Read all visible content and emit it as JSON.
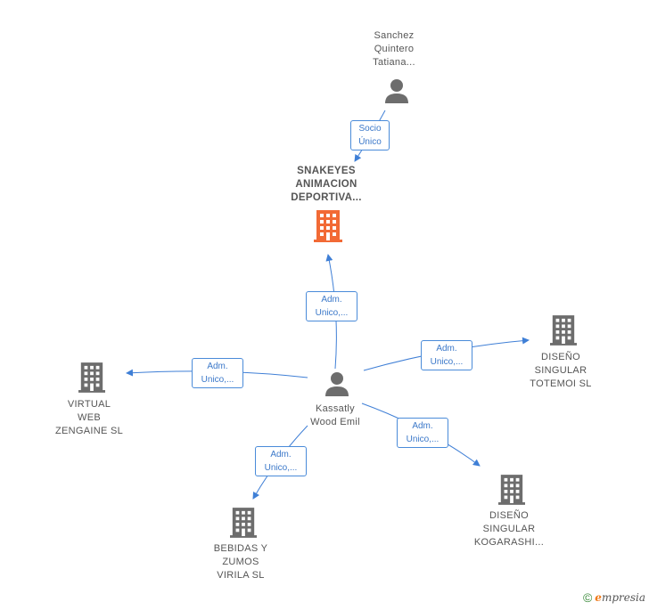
{
  "colors": {
    "edge": "#3f7fd6",
    "building_main": "#f26a35",
    "building": "#6d6d6d",
    "person": "#6d6d6d"
  },
  "nodes": {
    "sanchez": {
      "label": "Sanchez\nQuintero\nTatiana..."
    },
    "snakeyes": {
      "label": "SNAKEYES\nANIMACION\nDEPORTIVA..."
    },
    "kassatly": {
      "label": "Kassatly\nWood Emil"
    },
    "virtual": {
      "label": "VIRTUAL\nWEB\nZENGAINE  SL"
    },
    "totemoi": {
      "label": "DISEÑO\nSINGULAR\nTOTEMOI  SL"
    },
    "kogarashi": {
      "label": "DISEÑO\nSINGULAR\nKOGARASHI..."
    },
    "bebidas": {
      "label": "BEBIDAS Y\nZUMOS\nVIRILA  SL"
    }
  },
  "edges": {
    "socio": {
      "label": "Socio\nÚnico"
    },
    "adm_snakeyes": {
      "label": "Adm.\nUnico,..."
    },
    "adm_virtual": {
      "label": "Adm.\nUnico,..."
    },
    "adm_totemoi": {
      "label": "Adm.\nUnico,..."
    },
    "adm_kogarashi": {
      "label": "Adm.\nUnico,..."
    },
    "adm_bebidas": {
      "label": "Adm.\nUnico,..."
    }
  },
  "footer": {
    "copyright": "©",
    "brand_first": "e",
    "brand_rest": "mpresia"
  }
}
